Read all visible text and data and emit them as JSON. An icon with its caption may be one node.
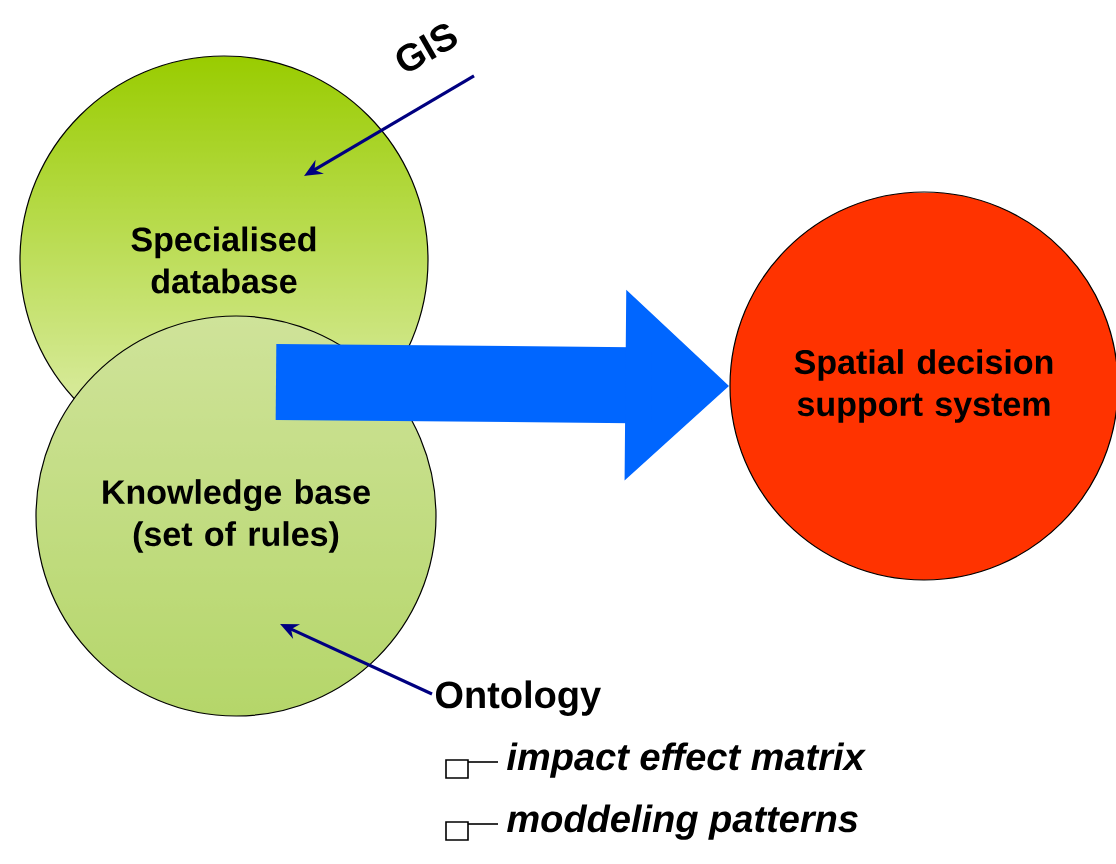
{
  "diagram": {
    "nodes": [
      {
        "text": [
          "Specialised database"
        ]
      },
      {
        "text": [
          "Knowledge base (set of rules)"
        ]
      },
      {
        "text": [
          "Spatial decision support system"
        ]
      },
      {
        "text": [
          "GIS"
        ]
      },
      {
        "text": [
          "Ontology",
          "impact effect matrix",
          "moddeling patterns"
        ]
      }
    ],
    "edges": [
      {
        "from": 3,
        "to": 0,
        "arrow": "to",
        "color": "#000080"
      },
      {
        "from": 4,
        "to": 1,
        "arrow": "to",
        "color": "#000080"
      },
      {
        "from": 0,
        "to": 2,
        "arrow": "to",
        "style": "thick",
        "color": "#0066ff"
      },
      {
        "from": 1,
        "to": 2,
        "arrow": "to",
        "style": "thick",
        "color": "#0066ff"
      }
    ]
  }
}
